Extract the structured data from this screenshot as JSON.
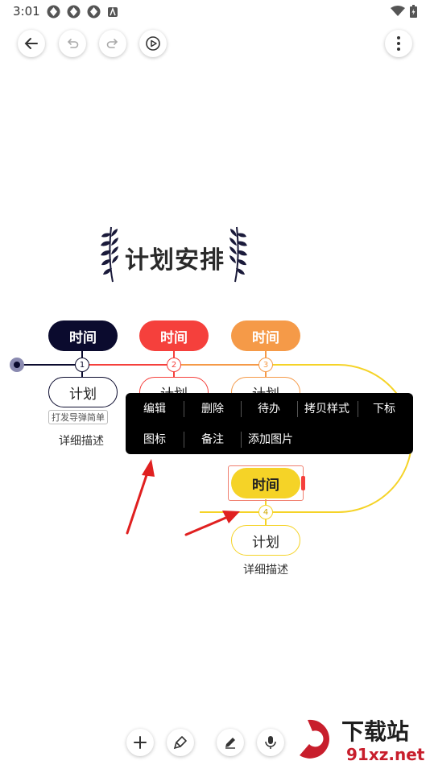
{
  "status_bar": {
    "time": "3:01"
  },
  "title": "计划安排",
  "nodes": [
    {
      "top_label": "时间",
      "number": "1",
      "bottom_label": "计划",
      "tag": "打发导弹简单",
      "desc": "详细描述",
      "color": "#0b0b2e"
    },
    {
      "top_label": "时间",
      "number": "2",
      "bottom_label": "计划",
      "color": "#f5403c"
    },
    {
      "top_label": "时间",
      "number": "3",
      "bottom_label": "计划",
      "color": "#f59a48"
    },
    {
      "top_label": "时间",
      "number": "4",
      "bottom_label": "计划",
      "desc": "详细描述",
      "color": "#f5d327"
    }
  ],
  "context_menu": {
    "row1": [
      "编辑",
      "删除",
      "待办",
      "拷贝样式",
      "下标"
    ],
    "row2": [
      "图标",
      "备注",
      "添加图片"
    ]
  },
  "watermark": {
    "brand": "下载站",
    "domain": "91xz.net"
  },
  "colors": {
    "accent_red": "#e02020",
    "line_dark": "#0b0b2e",
    "line_red": "#f5403c",
    "line_orange": "#f59a48",
    "line_yellow": "#f5d327"
  }
}
